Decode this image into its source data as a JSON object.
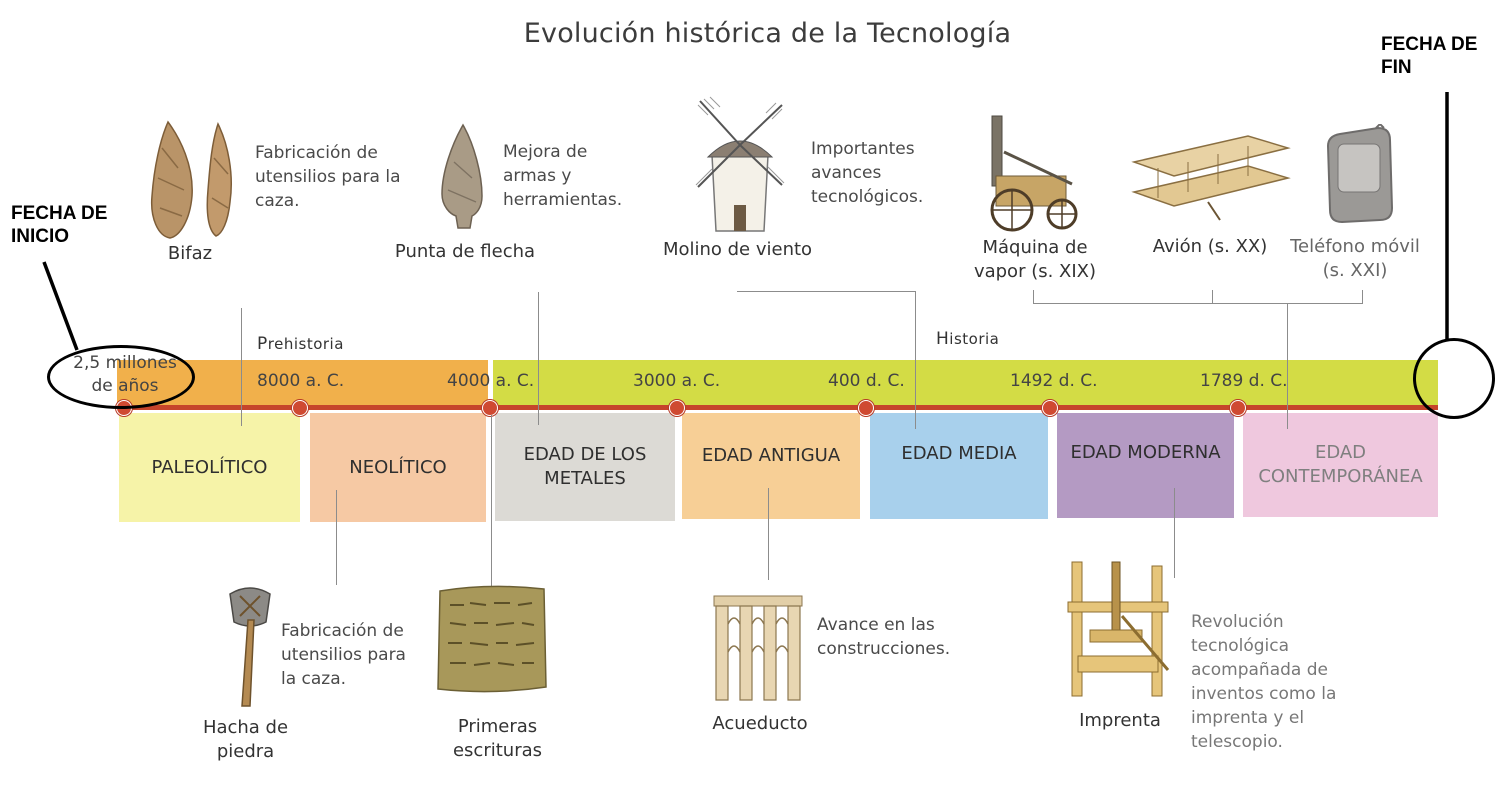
{
  "title": "Evolución histórica de la Tecnología",
  "markers": {
    "start": "FECHA DE INICIO",
    "end": "FECHA DE FIN"
  },
  "eras": {
    "prehistory": "Prehistoria",
    "history": "Historia"
  },
  "timeline": {
    "start_label": "2,5 millones de años",
    "dates": [
      "8000 a. C.",
      "4000 a. C.",
      "3000 a. C.",
      "400 d. C.",
      "1492 d. C.",
      "1789 d. C."
    ],
    "periods": [
      {
        "name": "PALEOLÍTICO",
        "color": "#f6f3a8"
      },
      {
        "name": "NEOLÍTICO",
        "color": "#f6c9a4"
      },
      {
        "name": "EDAD DE LOS METALES",
        "color": "#dcdad5"
      },
      {
        "name": "EDAD ANTIGUA",
        "color": "#f7cf96"
      },
      {
        "name": "EDAD MEDIA",
        "color": "#a8d0ec"
      },
      {
        "name": "EDAD MODERNA",
        "color": "#b49ac3"
      },
      {
        "name": "EDAD CONTEMPORÁNEA",
        "color": "#eab6d3"
      }
    ],
    "band_colors": {
      "prehistory": "#f1b04b",
      "history": "#d3dc45",
      "line": "#c6442b"
    }
  },
  "top_items": {
    "bifaz": {
      "label": "Bifaz",
      "desc": "Fabricación de utensilios para la caza."
    },
    "flecha": {
      "label": "Punta de flecha",
      "desc": "Mejora de armas y herramientas."
    },
    "molino": {
      "label": "Molino de viento",
      "desc": "Importantes avances tecnológicos."
    },
    "maquina": {
      "label": "Máquina de vapor (s. XIX)"
    },
    "avion": {
      "label": "Avión (s. XX)"
    },
    "telefono": {
      "label": "Teléfono móvil (s. XXI)"
    }
  },
  "bottom_items": {
    "hacha": {
      "label": "Hacha de piedra",
      "desc": "Fabricación de utensilios para la caza."
    },
    "escrituras": {
      "label": "Primeras escrituras"
    },
    "acueducto": {
      "label": "Acueducto",
      "desc": "Avance en las construcciones."
    },
    "imprenta": {
      "label": "Imprenta",
      "desc": "Revolución tecnológica acompañada de inventos como la imprenta y el telescopio."
    }
  }
}
